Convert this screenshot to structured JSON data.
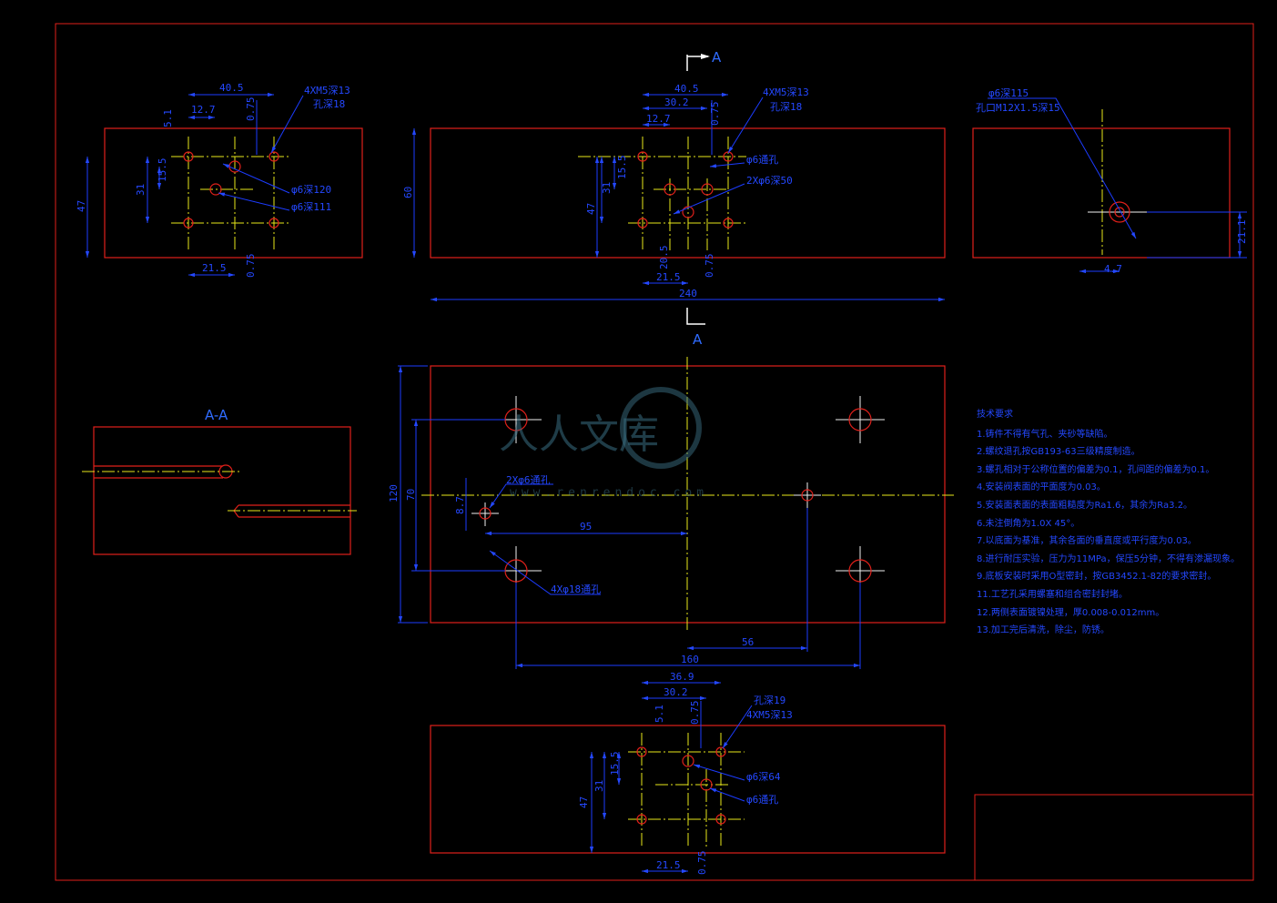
{
  "section_labels": {
    "cut_top": "A",
    "cut_bottom": "A",
    "section_title": "A-A"
  },
  "view1": {
    "dims": [
      "40.5",
      "12.7",
      "0.75",
      "5.1",
      "15.5",
      "31",
      "47",
      "21.5",
      "0.75"
    ],
    "callouts": [
      "4XM5深13",
      "孔深18",
      "φ6深120",
      "φ6深111"
    ]
  },
  "view2": {
    "dims": [
      "40.5",
      "30.2",
      "12.7",
      "0.75",
      "15.5",
      "31",
      "47",
      "60",
      "20.5",
      "21.5",
      "0.75",
      "240"
    ],
    "callouts": [
      "4XM5深13",
      "孔深18",
      "φ6通孔",
      "2Xφ6深50"
    ]
  },
  "view3": {
    "dims": [
      "4.7",
      "21.1"
    ],
    "callouts": [
      "φ6深115",
      "孔口M12X1.5深15"
    ]
  },
  "view_main": {
    "dims": [
      "120",
      "70",
      "8.7",
      "95",
      "56",
      "160"
    ],
    "callouts": [
      "2Xφ6通孔",
      "4Xφ18通孔"
    ]
  },
  "view_bottom": {
    "dims": [
      "36.9",
      "30.2",
      "5.1",
      "0.75",
      "15.5",
      "31",
      "47",
      "21.5",
      "0.75"
    ],
    "callouts": [
      "孔深19",
      "4XM5深13",
      "φ6深64",
      "φ6通孔"
    ]
  },
  "notes": {
    "title": "技术要求",
    "items": [
      "1.铸件不得有气孔、夹砂等缺陷。",
      "2.螺纹退孔按GB193-63三级精度制造。",
      "3.螺孔相对于公称位置的偏差为0.1，孔间距的偏差为0.1。",
      "4.安装阀表面的平面度为0.03。",
      "5.安装面表面的表面粗糙度为Ra1.6，其余为Ra3.2。",
      "6.未注倒角为1.0X 45°。",
      "7.以底面为基准，其余各面的垂直度或平行度为0.03。",
      "8.进行耐压实验，压力为11MPa，保压5分钟，不得有渗漏现象。",
      "9.底板安装时采用O型密封，按GB3452.1-82的要求密封。",
      "11.工艺孔采用螺塞和组合密封封堵。",
      "12.两侧表面镀镍处理，厚0.008-0.012mm。",
      "13.加工完后清洗，除尘，防锈。"
    ]
  },
  "watermark": {
    "main": "人人文库",
    "sub": "www.renrendoc.com"
  }
}
